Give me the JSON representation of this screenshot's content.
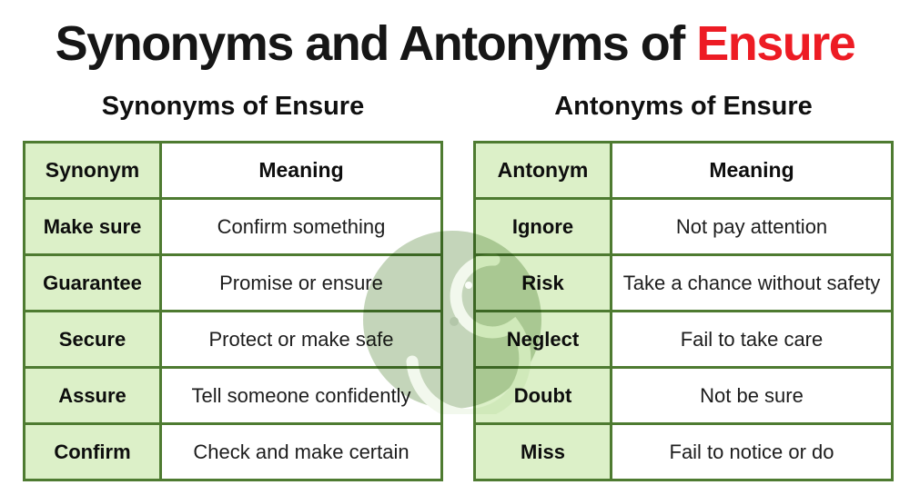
{
  "title": {
    "prefix": "Synonyms and Antonyms of",
    "highlight": "Ensure"
  },
  "colors": {
    "highlight_red": "#ed1c24",
    "cell_green": "#dcf0c8",
    "border_green": "#4e7b31",
    "watermark_green": "#7ca265"
  },
  "synonyms": {
    "heading": "Synonyms of Ensure",
    "headers": {
      "term": "Synonym",
      "meaning": "Meaning"
    },
    "rows": [
      {
        "term": "Make sure",
        "meaning": "Confirm something"
      },
      {
        "term": "Guarantee",
        "meaning": "Promise or ensure"
      },
      {
        "term": "Secure",
        "meaning": "Protect or make safe"
      },
      {
        "term": "Assure",
        "meaning": "Tell someone confidently"
      },
      {
        "term": "Confirm",
        "meaning": "Check and make certain"
      }
    ]
  },
  "antonyms": {
    "heading": "Antonyms of Ensure",
    "headers": {
      "term": "Antonym",
      "meaning": "Meaning"
    },
    "rows": [
      {
        "term": "Ignore",
        "meaning": "Not pay attention"
      },
      {
        "term": "Risk",
        "meaning": "Take a chance without safety"
      },
      {
        "term": "Neglect",
        "meaning": "Fail to take care"
      },
      {
        "term": "Doubt",
        "meaning": "Not be sure"
      },
      {
        "term": "Miss",
        "meaning": "Fail to notice or do"
      }
    ]
  },
  "watermark": {
    "icon": "elephant-logo-watermark"
  }
}
